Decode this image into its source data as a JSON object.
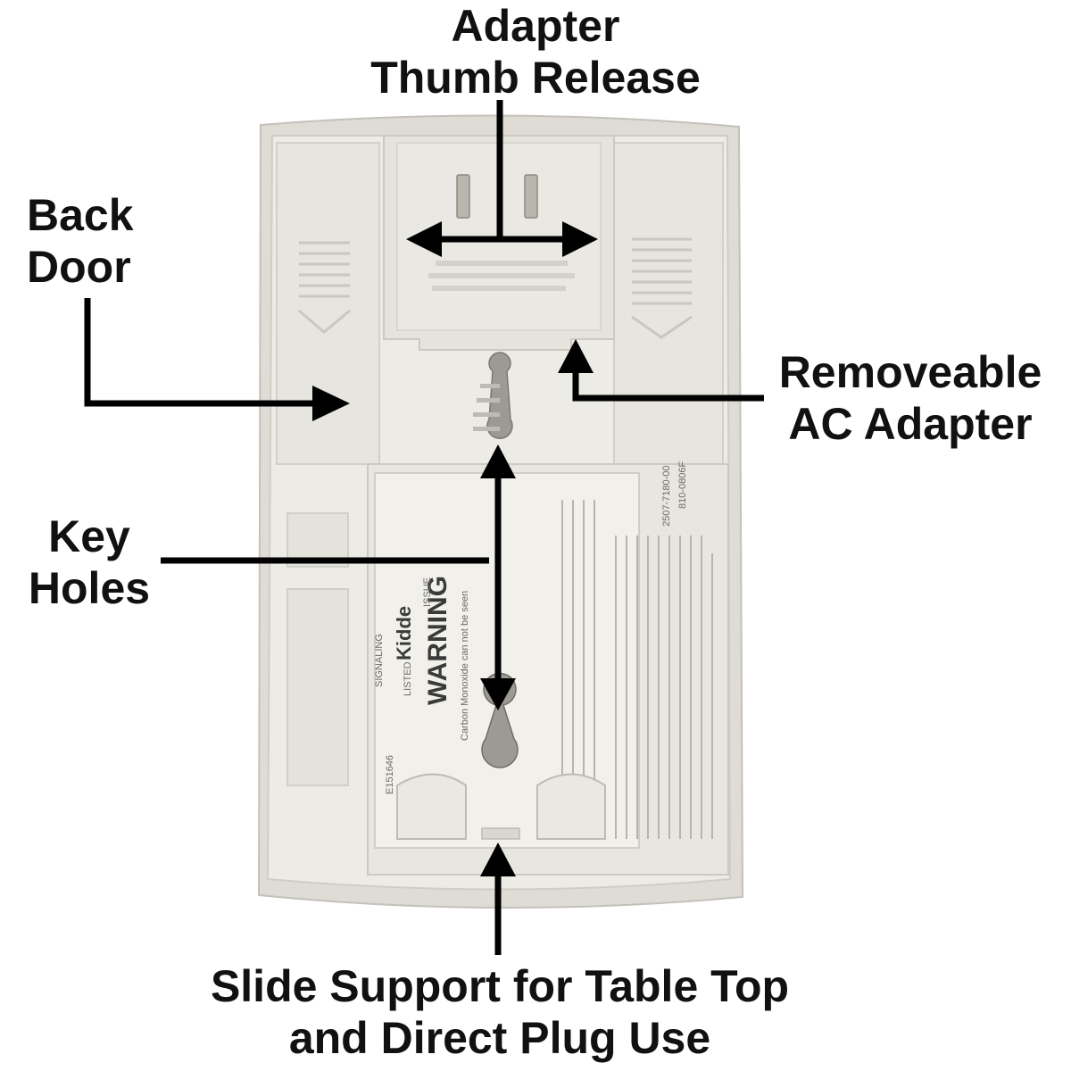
{
  "callouts": {
    "thumb_release": {
      "line1": "Adapter",
      "line2": "Thumb Release"
    },
    "back_door": {
      "line1": "Back",
      "line2": "Door"
    },
    "ac_adapter": {
      "line1": "Removeable",
      "line2": "AC Adapter"
    },
    "key_holes": {
      "line1": "Key",
      "line2": "Holes"
    },
    "slide_support": {
      "line1": "Slide Support for Table Top",
      "line2": "and Direct Plug Use"
    }
  },
  "device_label": {
    "brand": "Kidde",
    "warning": "WARNING",
    "co_line": "Carbon Monoxide can not be seen",
    "issue": "ISSUE",
    "part_no": "2507-7180-00",
    "code": "810-0806F",
    "e_number": "E151646",
    "listed": "LISTED",
    "signaling": "SIGNALING"
  },
  "colors": {
    "background": "#ffffff",
    "device_body": "#e9e8e2",
    "device_shadow": "#cfcdc6",
    "arrow": "#000000",
    "text": "#111111"
  }
}
